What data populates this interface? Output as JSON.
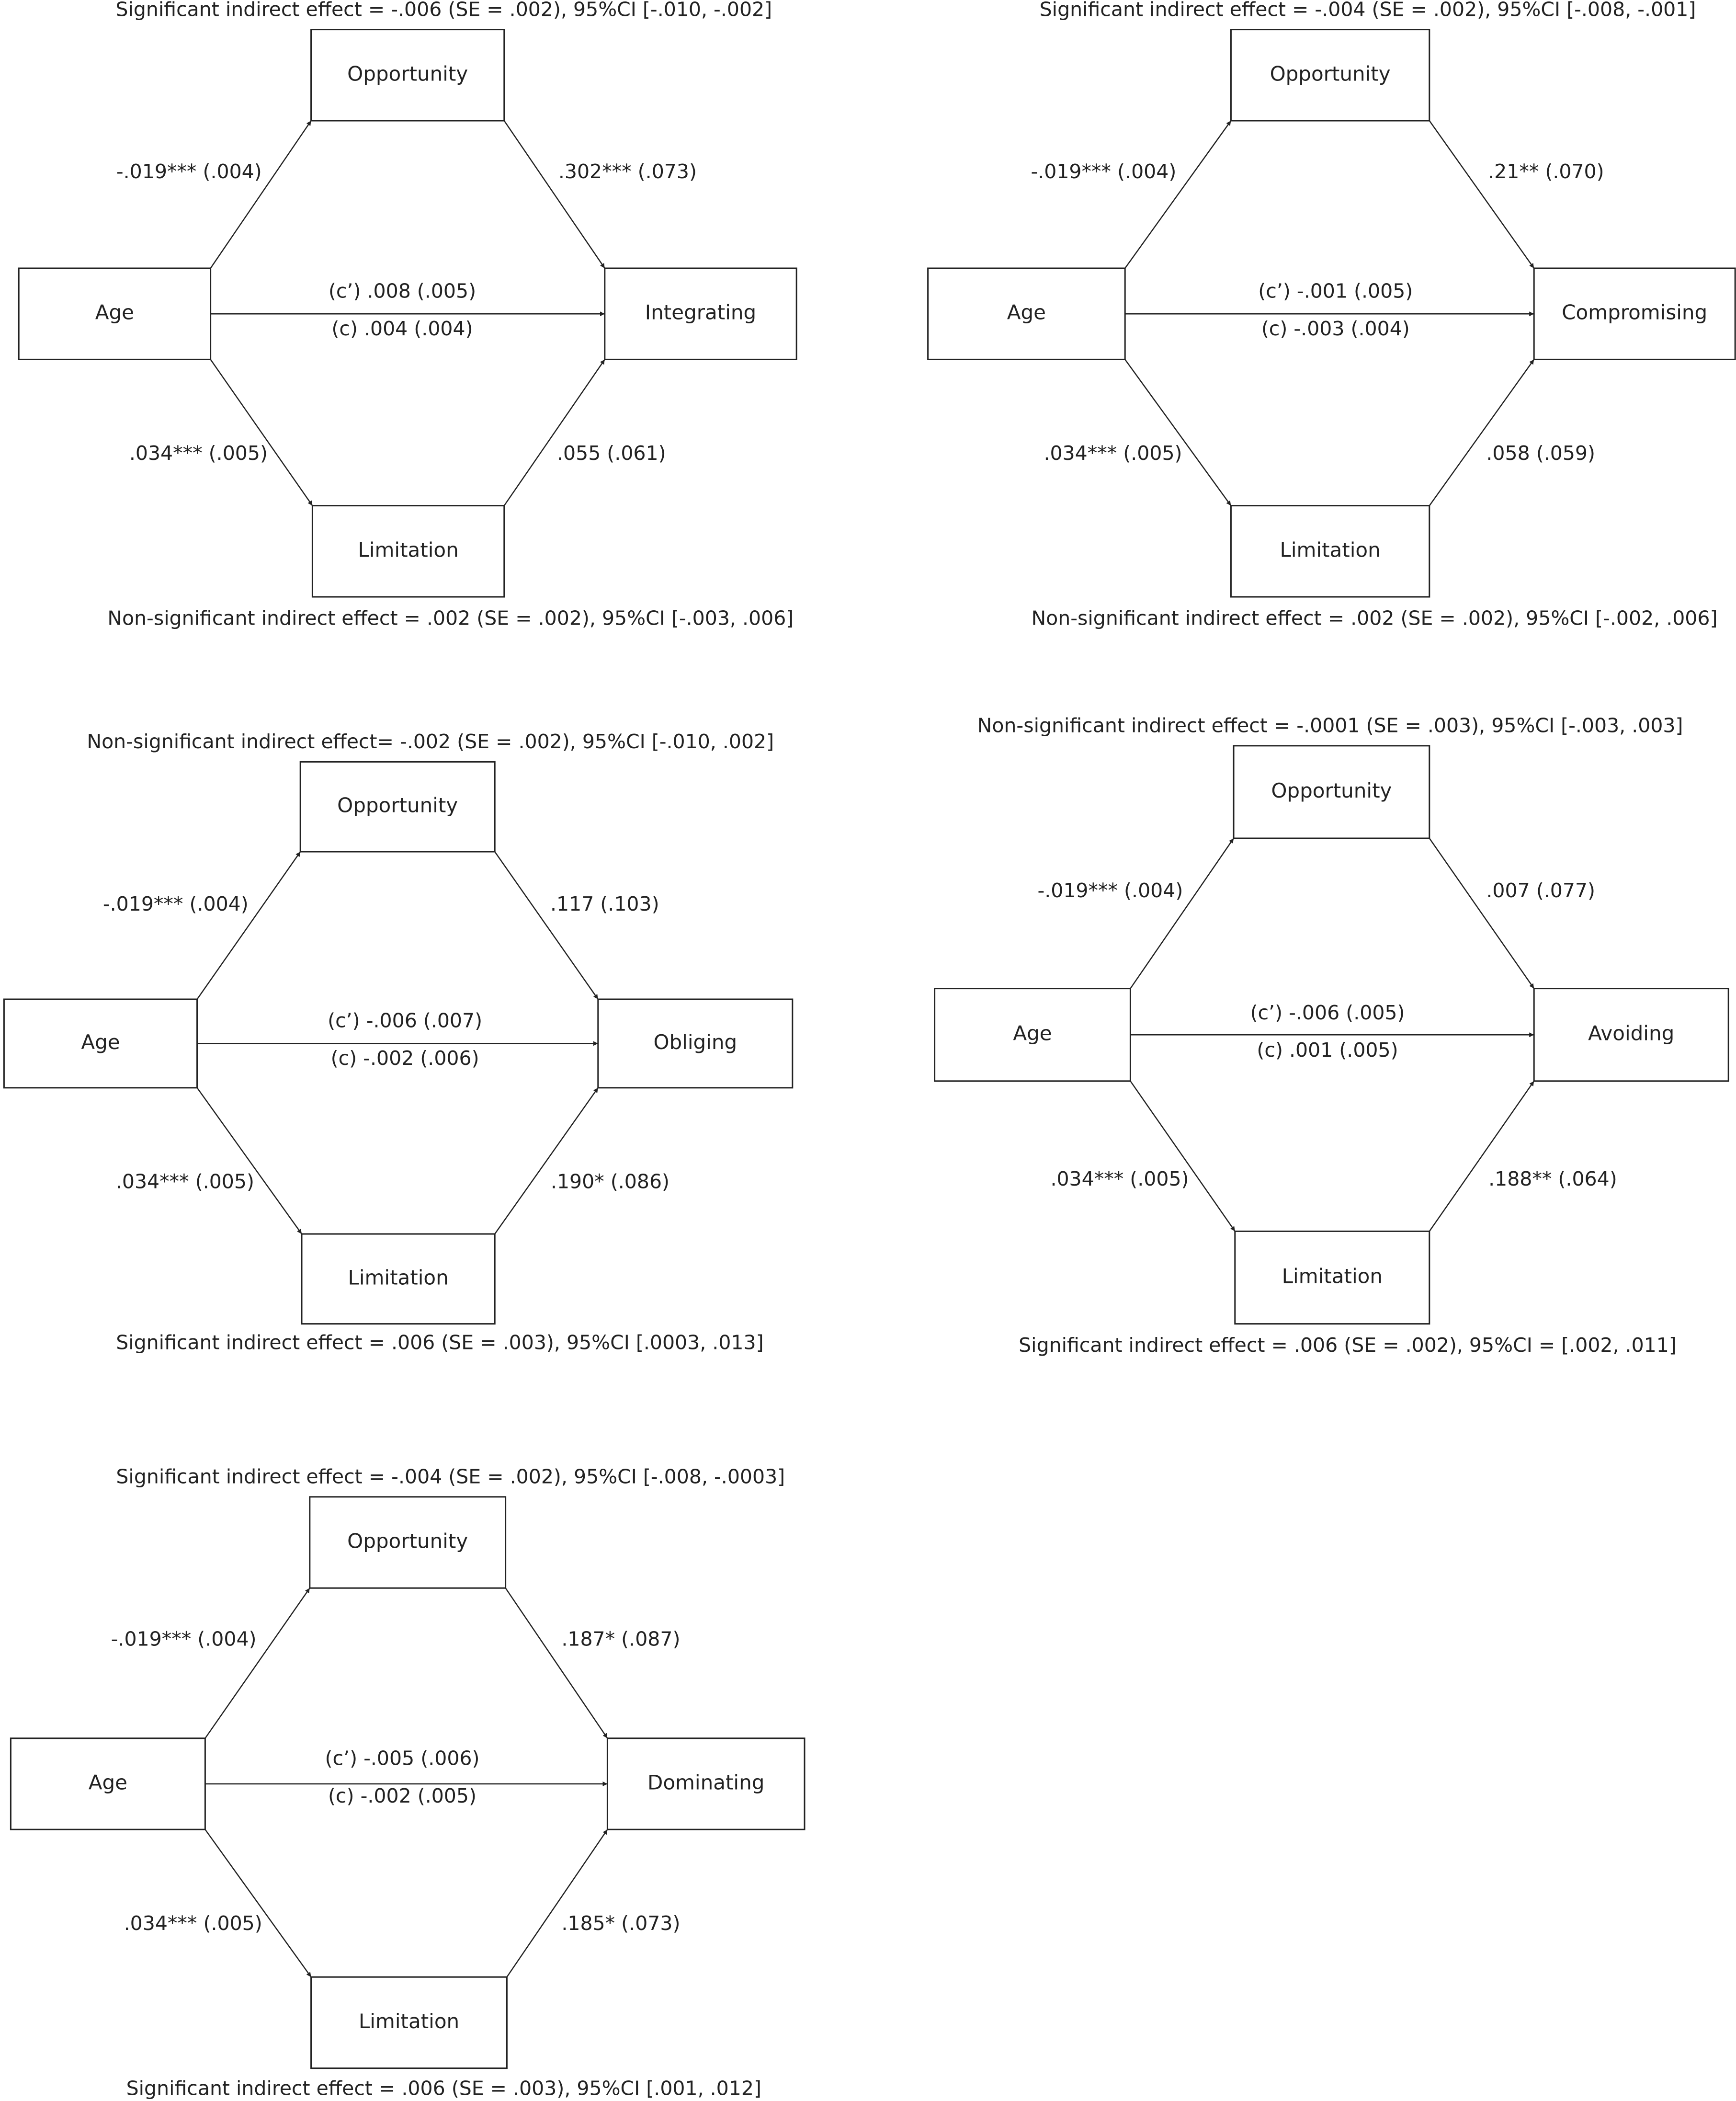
{
  "diagrams": [
    {
      "top_caption": "Significant indirect effect = -.006 (SE = .002), 95%CI [-.010, -.002]",
      "bottom_caption": "Non-significant indirect effect = .002 (SE = .002), 95%CI [-.003, .006]",
      "nodes": {
        "opportunity": "Opportunity",
        "age": "Age",
        "outcome": "Integrating",
        "limitation": "Limitation"
      },
      "paths": {
        "age_opportunity": "-.019*** (.004)",
        "opportunity_outcome": ".302*** (.073)",
        "age_limitation": ".034*** (.005)",
        "limitation_outcome": ".055 (.061)",
        "direct": "(c’) .008 (.005)",
        "total": "(c) .004 (.004)"
      }
    },
    {
      "top_caption": "Significant indirect effect = -.004 (SE = .002), 95%CI [-.008, -.001]",
      "bottom_caption": "Non-significant indirect effect = .002 (SE = .002), 95%CI [-.002, .006]",
      "nodes": {
        "opportunity": "Opportunity",
        "age": "Age",
        "outcome": "Compromising",
        "limitation": "Limitation"
      },
      "paths": {
        "age_opportunity": "-.019*** (.004)",
        "opportunity_outcome": ".21** (.070)",
        "age_limitation": ".034*** (.005)",
        "limitation_outcome": ".058 (.059)",
        "direct": "(c’) -.001 (.005)",
        "total": "(c) -.003 (.004)"
      }
    },
    {
      "top_caption": "Non-significant indirect effect= -.002 (SE = .002), 95%CI [-.010, .002]",
      "bottom_caption": "Significant indirect effect = .006 (SE = .003), 95%CI [.0003, .013]",
      "nodes": {
        "opportunity": "Opportunity",
        "age": "Age",
        "outcome": "Obliging",
        "limitation": "Limitation"
      },
      "paths": {
        "age_opportunity": "-.019*** (.004)",
        "opportunity_outcome": ".117 (.103)",
        "age_limitation": ".034*** (.005)",
        "limitation_outcome": ".190* (.086)",
        "direct": "(c’) -.006 (.007)",
        "total": "(c) -.002 (.006)"
      }
    },
    {
      "top_caption": "Non-significant indirect effect = -.0001 (SE = .003), 95%CI [-.003, .003]",
      "bottom_caption": "Significant indirect effect = .006 (SE = .002), 95%CI = [.002, .011]",
      "nodes": {
        "opportunity": "Opportunity",
        "age": "Age",
        "outcome": "Avoiding",
        "limitation": "Limitation"
      },
      "paths": {
        "age_opportunity": "-.019*** (.004)",
        "opportunity_outcome": ".007 (.077)",
        "age_limitation": ".034*** (.005)",
        "limitation_outcome": ".188** (.064)",
        "direct": "(c’) -.006 (.005)",
        "total": "(c) .001 (.005)"
      }
    },
    {
      "top_caption": "Significant indirect effect = -.004 (SE = .002), 95%CI [-.008, -.0003]",
      "bottom_caption": "Significant indirect effect = .006 (SE = .003), 95%CI [.001, .012]",
      "nodes": {
        "opportunity": "Opportunity",
        "age": "Age",
        "outcome": "Dominating",
        "limitation": "Limitation"
      },
      "paths": {
        "age_opportunity": "-.019*** (.004)",
        "opportunity_outcome": ".187* (.087)",
        "age_limitation": ".034*** (.005)",
        "limitation_outcome": ".185* (.073)",
        "direct": "(c’) -.005 (.006)",
        "total": "(c) -.002 (.005)"
      }
    }
  ]
}
